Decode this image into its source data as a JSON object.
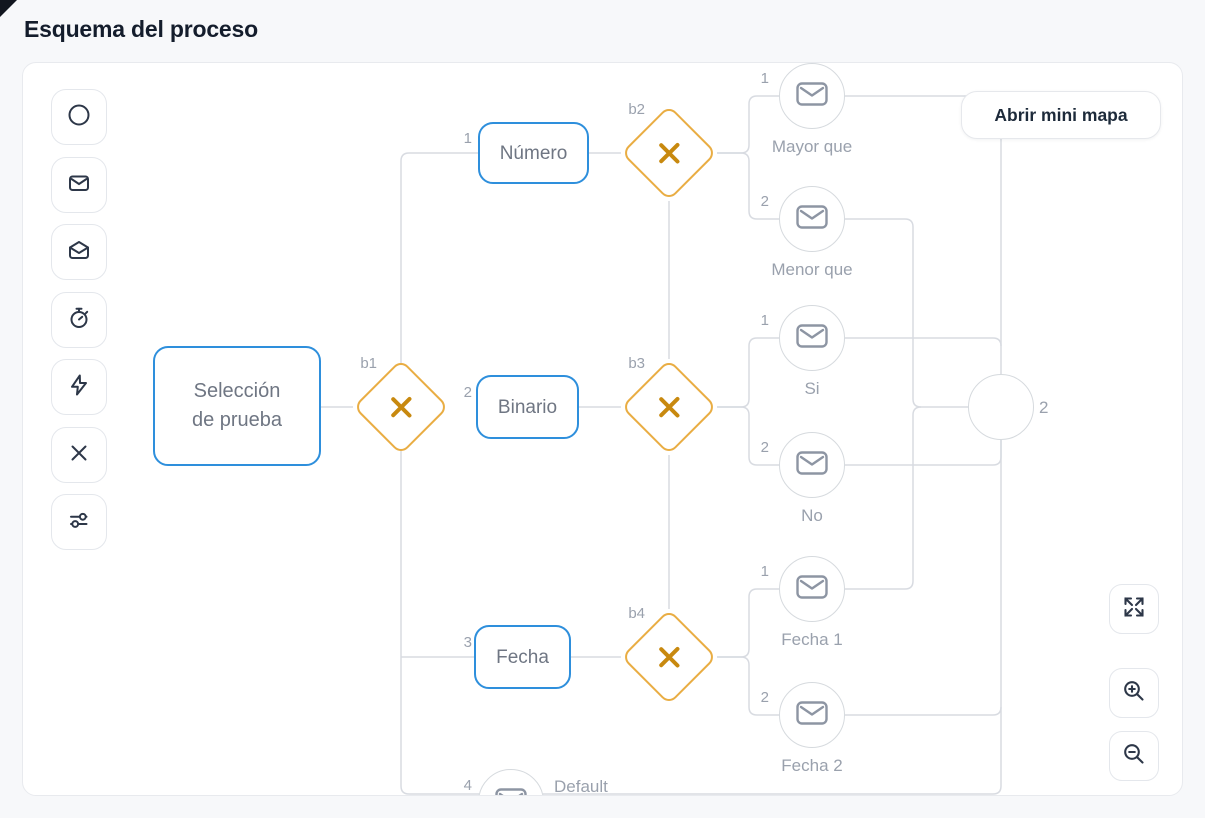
{
  "page": {
    "title": "Esquema del proceso"
  },
  "canvas": {
    "minimap_button": "Abrir mini mapa",
    "palette": [
      {
        "icon": "circle-event-icon"
      },
      {
        "icon": "envelope-icon"
      },
      {
        "icon": "envelope-open-icon"
      },
      {
        "icon": "stopwatch-icon"
      },
      {
        "icon": "lightning-icon"
      },
      {
        "icon": "close-icon"
      },
      {
        "icon": "sliders-icon"
      }
    ],
    "zoom_controls": [
      {
        "icon": "fullscreen-icon"
      },
      {
        "icon": "zoom-in-icon"
      },
      {
        "icon": "zoom-out-icon"
      }
    ]
  },
  "diagram": {
    "start_node": {
      "line1": "Selección",
      "line2": "de prueba"
    },
    "gateways": [
      {
        "id": "b1"
      },
      {
        "id": "b2"
      },
      {
        "id": "b3"
      },
      {
        "id": "b4"
      }
    ],
    "tasks": [
      {
        "number": "1",
        "label": "Número"
      },
      {
        "number": "2",
        "label": "Binario"
      },
      {
        "number": "3",
        "label": "Fecha"
      }
    ],
    "default_branch": {
      "number": "4",
      "label": "Default"
    },
    "events": [
      {
        "number": "1",
        "label": "Mayor que"
      },
      {
        "number": "2",
        "label": "Menor que"
      },
      {
        "number": "1",
        "label": "Si"
      },
      {
        "number": "2",
        "label": "No"
      },
      {
        "number": "1",
        "label": "Fecha 1"
      },
      {
        "number": "2",
        "label": "Fecha 2"
      }
    ],
    "end_node": {
      "label": "2"
    }
  },
  "colors": {
    "task_border": "#2e8fdc",
    "gateway_border": "#e9ad43",
    "gateway_cross": "#c8890f",
    "connector": "#d8dbe1",
    "event_border": "#d6dade",
    "event_icon": "#8d95a3",
    "canvas_border": "#e8eaee",
    "ink": "#2d3748"
  }
}
